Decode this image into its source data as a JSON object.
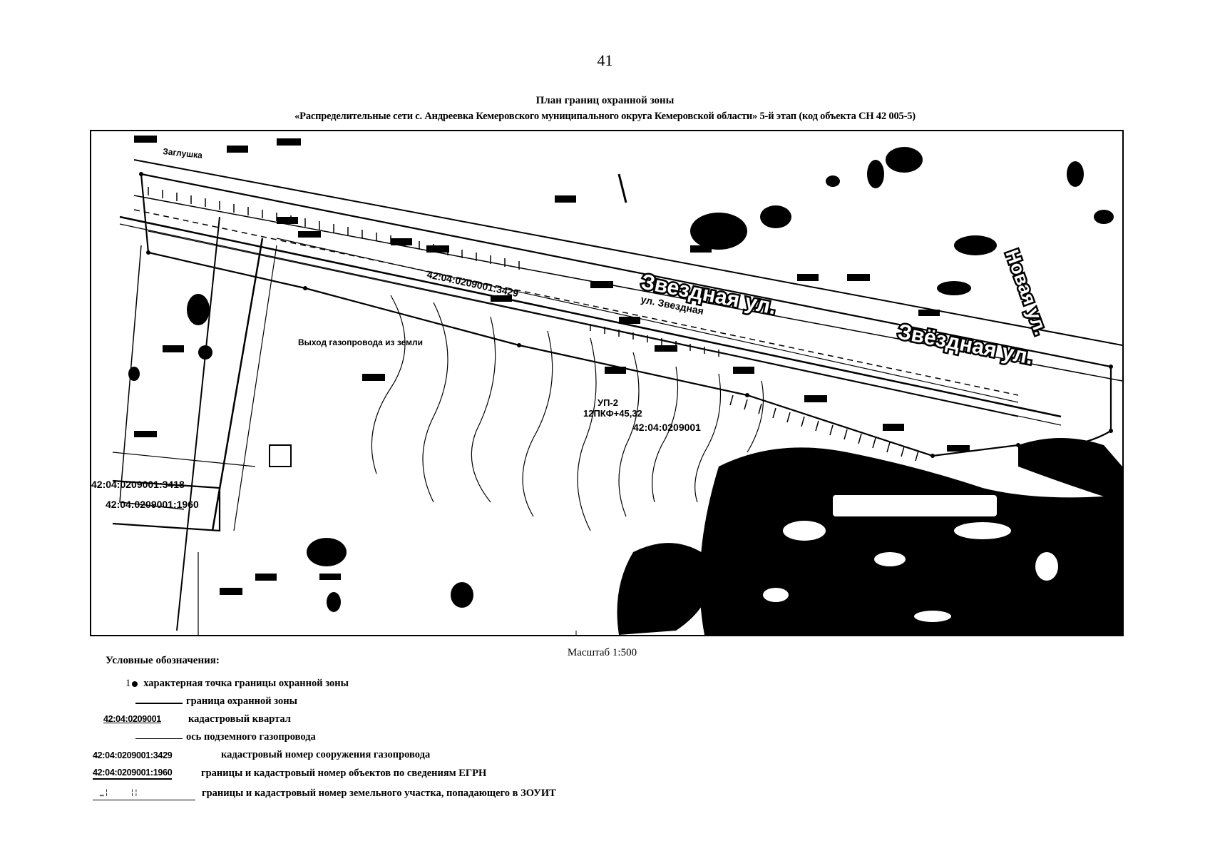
{
  "page_number": "41",
  "header": {
    "title": "План границ охранной зоны",
    "subtitle": "«Распределительные сети с. Андреевка Кемеровского муниципального округа Кемеровской области» 5-й этап (код объекта СН 42 005-5)"
  },
  "map": {
    "street_labels": [
      "Звездная ул.",
      "Звёздная ул.",
      "Новая ул.",
      "ул. Звездная"
    ],
    "cadastral_labels": [
      "42:04:0209001:3429",
      "42:04:0209001",
      "42:04:0209001:3418",
      "42:04:0209001:1960"
    ],
    "annotations": [
      "Заглушка",
      "Выход газопровода из земли",
      "УП-2",
      "12ПКФ+45,32"
    ],
    "colors": {
      "ink": "#000000",
      "paper": "#ffffff"
    }
  },
  "scale": "Масштаб 1:500",
  "legend": {
    "title": "Условные обозначения:",
    "items": [
      {
        "symbol_text": "1",
        "text": "характерная точка границы охранной зоны"
      },
      {
        "symbol_text": "",
        "text": "граница охранной зоны"
      },
      {
        "symbol_text": "42:04:0209001",
        "text": "кадастровый квартал"
      },
      {
        "symbol_text": "",
        "text": "ось подземного газопровода"
      },
      {
        "symbol_text": "42:04:0209001:3429",
        "text": "кадастровый  номер сооружения газопровода"
      },
      {
        "symbol_text": "42:04:0209001:1960",
        "text": "границы и кадастровый номер объектов по сведениям ЕГРН"
      },
      {
        "symbol_text": "",
        "text": "границы и кадастровый номер земельного участка, попадающего в ЗОУИТ"
      }
    ]
  }
}
